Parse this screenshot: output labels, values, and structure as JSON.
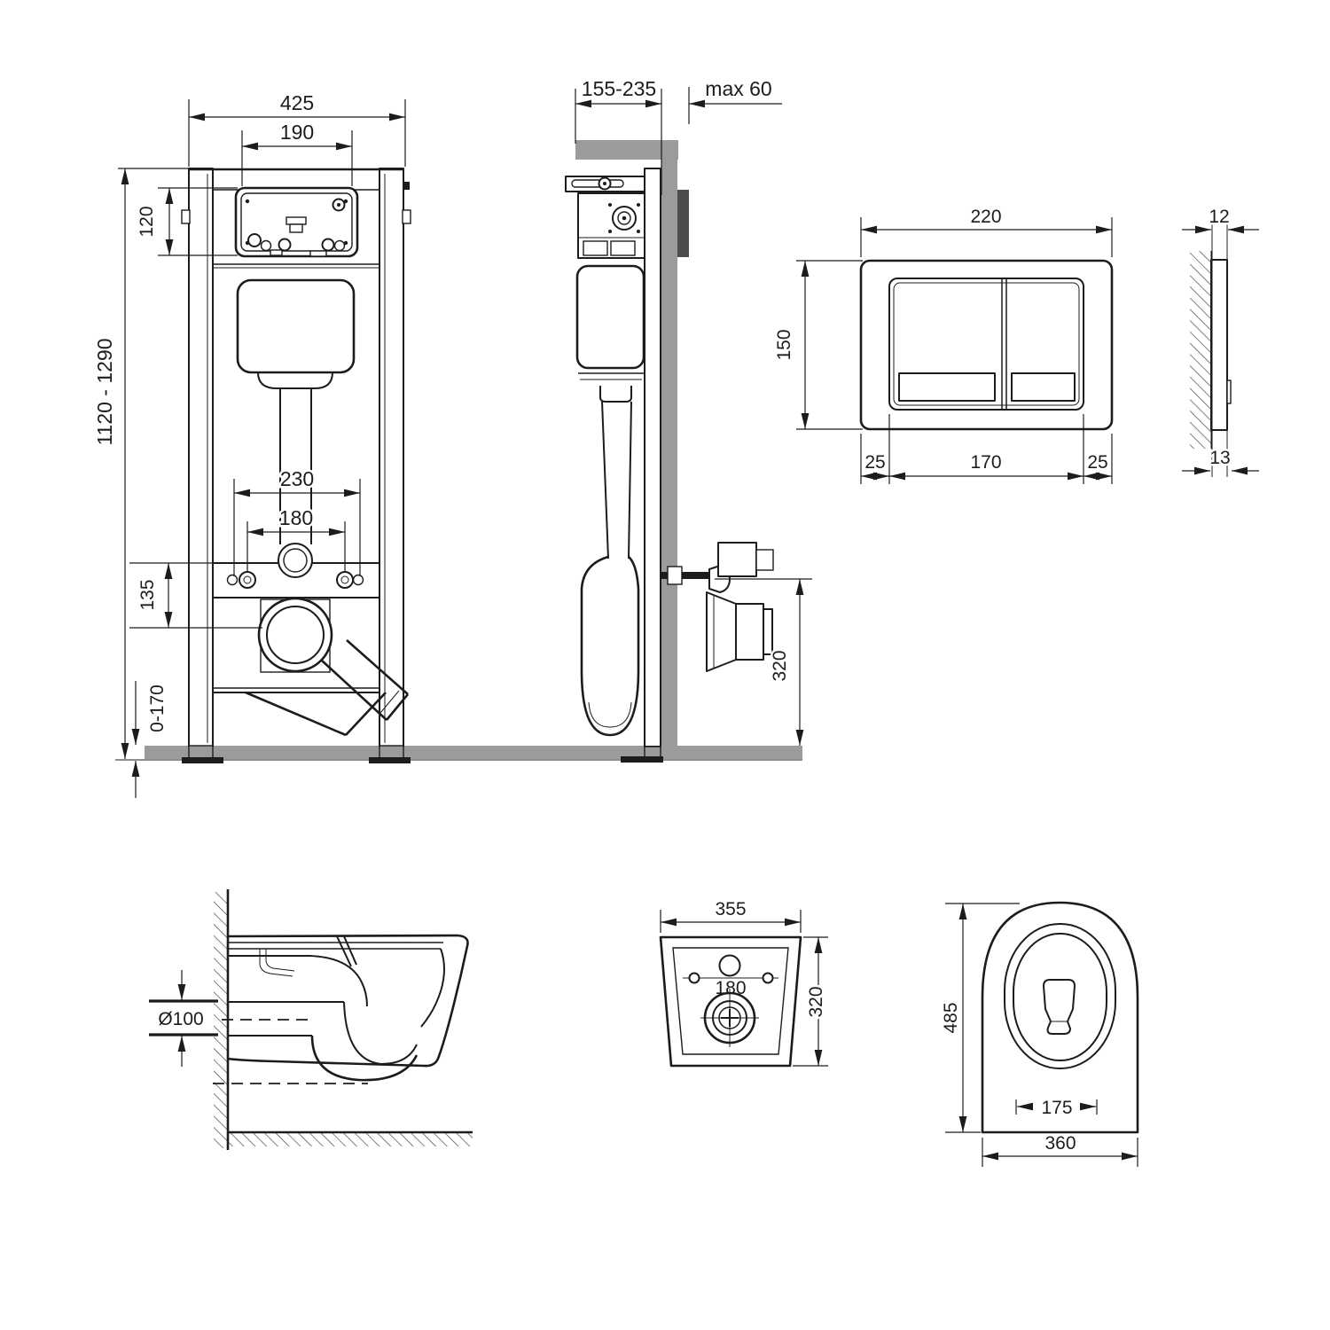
{
  "colors": {
    "line": "#1c1c1c",
    "wall_gray": "#9b9b9b",
    "niche_dark_gray": "#4d4d4d",
    "paper": "#ffffff"
  },
  "views": {
    "frame_front": {
      "dims": {
        "total_width": "425",
        "access_window_width": "190",
        "access_window_height": "120",
        "frame_height_range": "1120 - 1290",
        "fixing_rod_spacing": "230",
        "bolt_spacing": "180",
        "drain_offset": "135",
        "leg_adjustment_range": "0-170"
      }
    },
    "frame_side": {
      "dims": {
        "mounting_depth_range": "155-235",
        "wall_finish_max": "max 60",
        "outlet_height": "320"
      }
    },
    "flush_plate_front": {
      "dims": {
        "plate_width": "220",
        "plate_height": "150",
        "left_margin": "25",
        "button_area_width": "170",
        "right_margin": "25"
      }
    },
    "flush_plate_side": {
      "dims": {
        "thickness_top": "12",
        "thickness_bottom": "13"
      }
    },
    "bowl_side": {
      "dims": {
        "outlet_diameter": "Ø100"
      }
    },
    "bowl_rear": {
      "dims": {
        "width": "355",
        "bolt_spacing": "180",
        "height": "320"
      }
    },
    "bowl_top": {
      "dims": {
        "depth": "485",
        "inner_seat_width": "175",
        "total_width": "360"
      }
    }
  }
}
